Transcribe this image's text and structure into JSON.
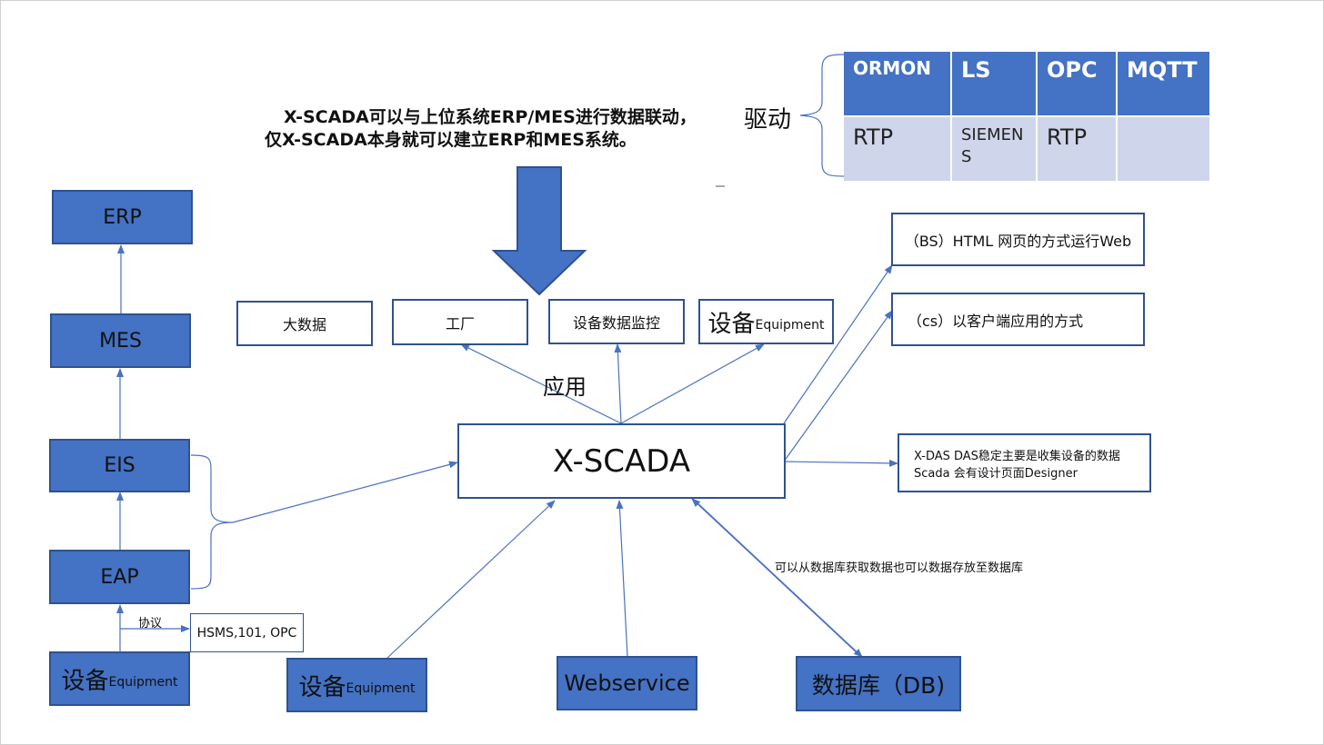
{
  "headline": {
    "line1": "X-SCADA可以与上位系统ERP/MES进行数据联动，",
    "line2": "仅X-SCADA本身就可以建立ERP和MES系统。"
  },
  "drive_label": "驱动",
  "driver_table": {
    "headers": [
      "ORMON",
      "LS",
      "OPC",
      "MQTT"
    ],
    "row": [
      "RTP",
      "SIEMENS",
      "RTP",
      ""
    ]
  },
  "left_stack": {
    "erp": "ERP",
    "mes": "MES",
    "eis": "EIS",
    "eap": "EAP",
    "protocol_label": "协议",
    "protocol_box": "HSMS,101, OPC",
    "equipment_main": "设备",
    "equipment_sub": "Equipment"
  },
  "applications": {
    "label": "应用",
    "big_data": "大数据",
    "factory": "工厂",
    "monitor": "设备数据监控",
    "equipment_main": "设备",
    "equipment_sub": "Equipment"
  },
  "center": "X-SCADA",
  "right_side": {
    "bs": "（BS）HTML 网页的方式运行Web",
    "cs": "（cs）以客户端应用的方式",
    "xdas_line1": "X-DAS  DAS稳定主要是收集设备的数据",
    "xdas_line2": "Scada   会有设计页面Designer"
  },
  "bottom": {
    "equipment_main": "设备",
    "equipment_sub": "Equipment",
    "webservice": "Webservice",
    "database": "数据库（DB)",
    "db_note": "可以从数据库获取数据也可以数据存放至数据库"
  },
  "colors": {
    "box_fill": "#4472c4",
    "box_border": "#2f528f",
    "table_row": "#cfd5ea",
    "line": "#4a72c0"
  }
}
